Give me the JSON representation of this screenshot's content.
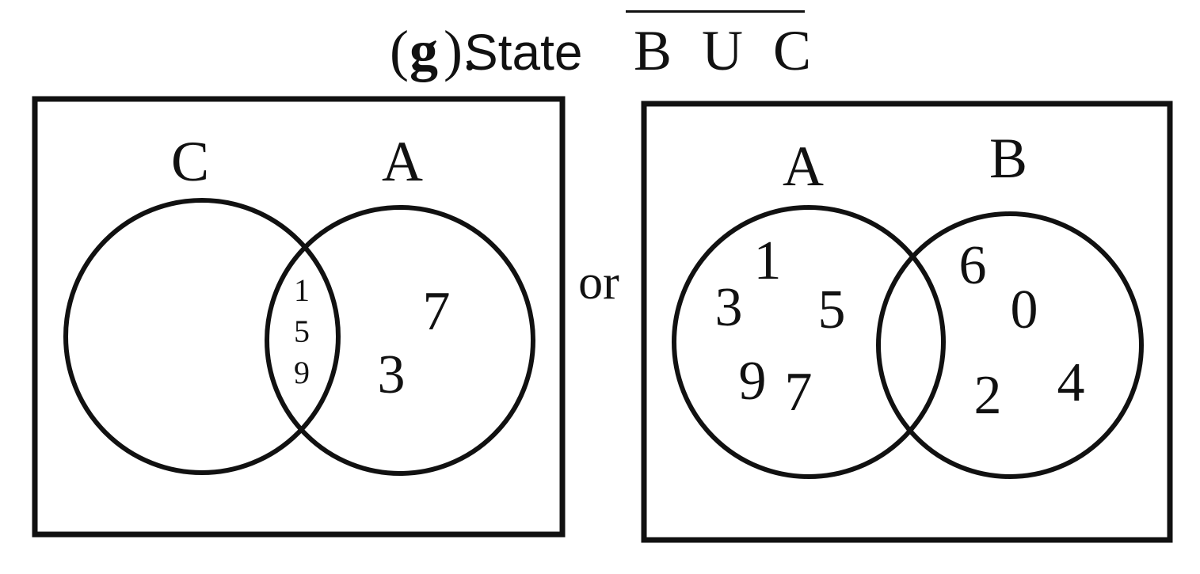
{
  "title": {
    "open_paren": "(",
    "letter": "g",
    "close_paren": ").",
    "word": "State",
    "expression": "B U C"
  },
  "connector": "or",
  "left_diagram": {
    "circle_left_label": "C",
    "circle_right_label": "A",
    "intersection": [
      "1",
      "5",
      "9"
    ],
    "right_only": [
      "7",
      "3"
    ]
  },
  "right_diagram": {
    "circle_left_label": "A",
    "circle_right_label": "B",
    "left_only": [
      "1",
      "3",
      "5",
      "9",
      "7"
    ],
    "right_only": [
      "6",
      "0",
      "2",
      "4"
    ]
  }
}
